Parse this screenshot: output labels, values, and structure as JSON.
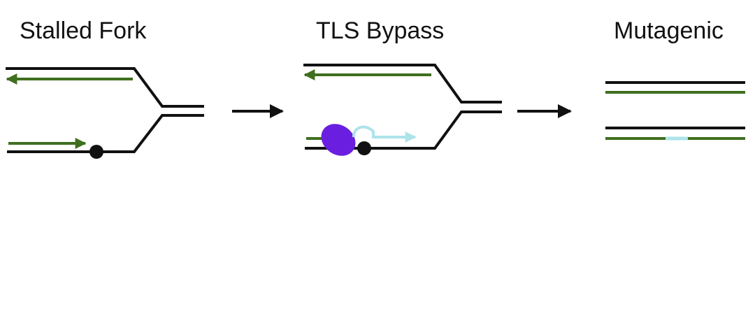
{
  "panels": [
    {
      "title": "Stalled Fork"
    },
    {
      "title": "TLS Bypass"
    },
    {
      "title": "Mutagenic"
    }
  ],
  "colors": {
    "parental_strand": "#111111",
    "nascent_strand": "#3f6f1f",
    "tls_polymerase": "#6a1fe0",
    "tls_synthesis": "#aee3ea",
    "lesion": "#111111",
    "arrow": "#111111"
  }
}
